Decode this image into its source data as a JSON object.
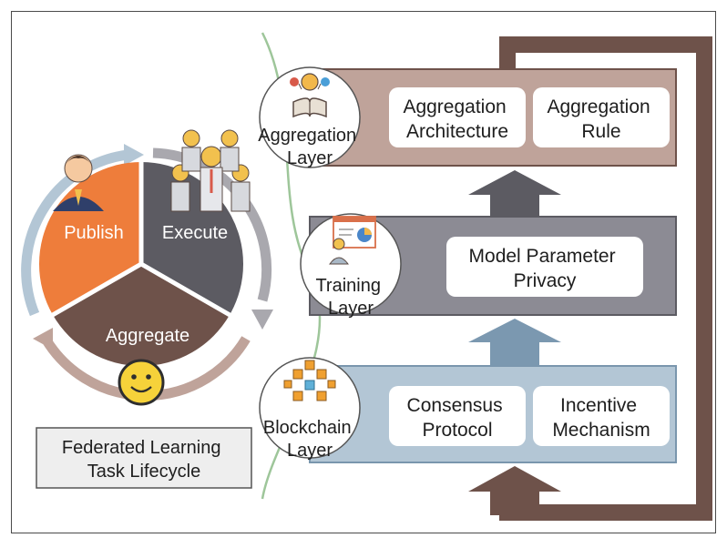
{
  "lifecycle": {
    "title_line1": "Federated Learning",
    "title_line2": "Task Lifecycle",
    "phases": {
      "publish": "Publish",
      "execute": "Execute",
      "aggregate": "Aggregate"
    },
    "colors": {
      "publish": "#ee7d3b",
      "execute": "#5c5b62",
      "aggregate": "#6e524a"
    }
  },
  "layers": {
    "aggregation": {
      "name_line1": "Aggregation",
      "name_line2": "Layer",
      "items": [
        {
          "line1": "Aggregation",
          "line2": "Architecture"
        },
        {
          "line1": "Aggregation",
          "line2": "Rule"
        }
      ],
      "color": "#bfa39a"
    },
    "training": {
      "name_line1": "Training",
      "name_line2": "Layer",
      "items": [
        {
          "line1": "Model Parameter",
          "line2": "Privacy"
        }
      ],
      "color": "#8c8b94"
    },
    "blockchain": {
      "name_line1": "Blockchain",
      "name_line2": "Layer",
      "items": [
        {
          "line1": "Consensus",
          "line2": "Protocol"
        },
        {
          "line1": "Incentive",
          "line2": "Mechanism"
        }
      ],
      "color": "#b3c6d5"
    }
  },
  "icons": {
    "aggregation": "book-brain-icon",
    "training": "presentation-chart-icon",
    "blockchain": "blockchain-cubes-icon",
    "publish": "manager-icon",
    "execute": "team-icon",
    "aggregate": "smiley-icon"
  }
}
